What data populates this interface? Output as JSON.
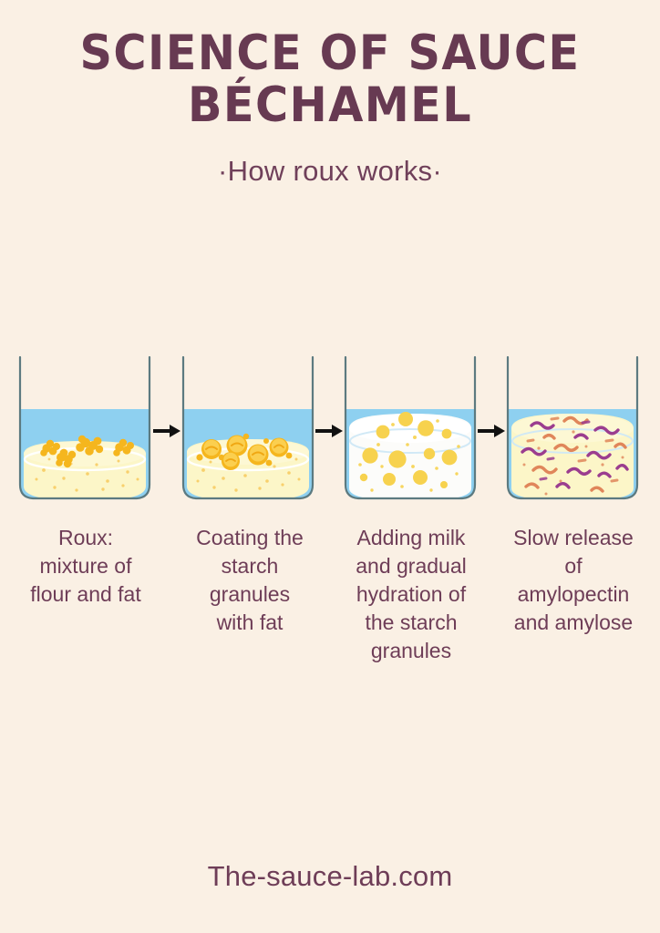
{
  "page": {
    "background_color": "#faf0e4",
    "text_color": "#6b3a52"
  },
  "header": {
    "title_line1": "Science of Sauce",
    "title_line2": "Béchamel",
    "subtitle": "·How roux works·"
  },
  "diagram": {
    "arrow_label": "next step arrow",
    "arrow_color": "#111111",
    "glass_outline_color": "#5c7a80",
    "liquid_color": "#8ed0f0",
    "roux_color": "#fcf6c8",
    "milk_color": "#fcfcfa",
    "fat_color": "#f5b61e",
    "granule_color": "#f7d24e",
    "amylopectin_color": "#9b3d8f",
    "amylose_color": "#e0865a",
    "steps": [
      {
        "index": 1,
        "caption": "Roux:\nmixture of\nflour and fat",
        "visual": "beaker with blue liquid and pale yellow roux disc topped with clustered fat granules"
      },
      {
        "index": 2,
        "caption": "Coating the\nstarch\ngranules\nwith fat",
        "visual": "beaker with blue liquid and roux disc with large fat-coated starch granules"
      },
      {
        "index": 3,
        "caption": "Adding milk\nand gradual\nhydration of\nthe starch\ngranules",
        "visual": "beaker with thin blue band and tall white milky mass with dispersed yellow starch granules"
      },
      {
        "index": 4,
        "caption": "Slow release\nof\namylopectin\nand amylose",
        "visual": "beaker with thin blue band and pale yellow mass filled with purple and orange polymer strands"
      }
    ]
  },
  "footer": {
    "website": "The-sauce-lab.com"
  }
}
